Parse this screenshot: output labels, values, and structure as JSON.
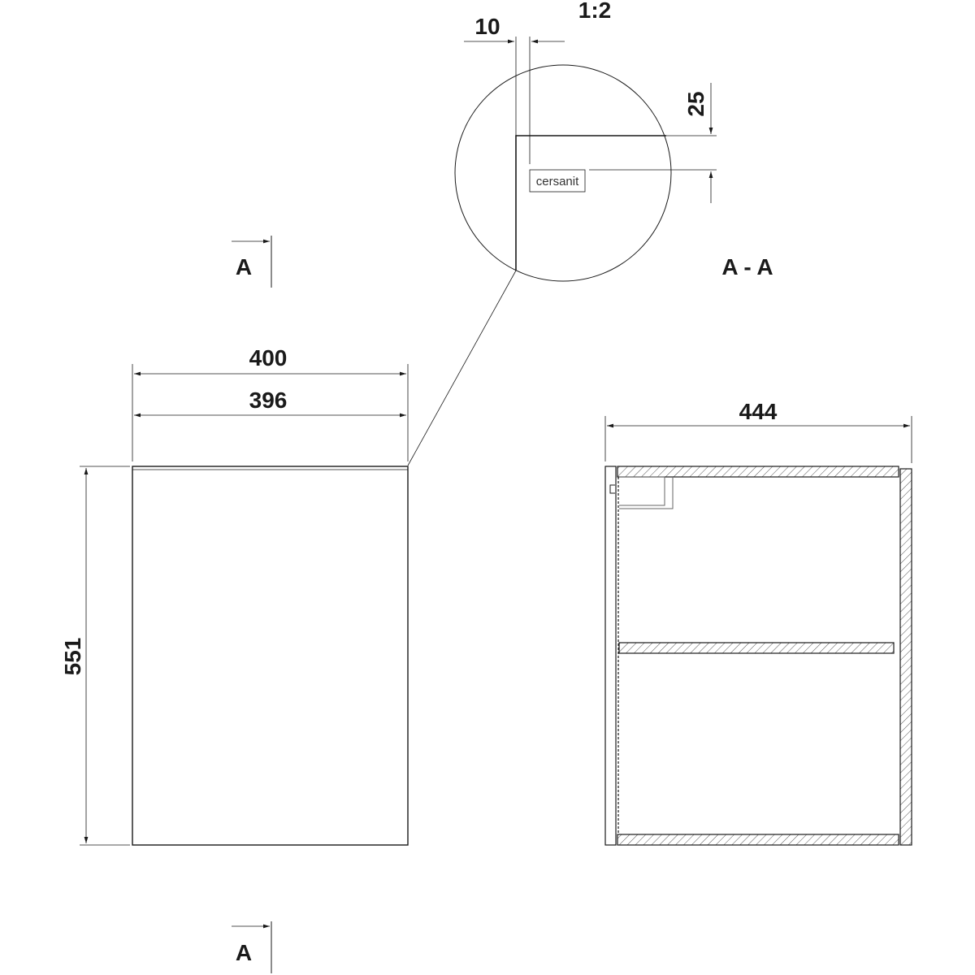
{
  "detail": {
    "scale": "1:2",
    "dim_gap": "10",
    "dim_height": "25",
    "logo": "cersanit"
  },
  "section_marks": {
    "top": "A",
    "bottom": "A",
    "section_title": "A - A"
  },
  "front_view": {
    "width_outer": "400",
    "width_inner": "396",
    "height": "551"
  },
  "section_view": {
    "depth": "444"
  },
  "colors": {
    "line": "#1a1a1a",
    "hatch": "#555555"
  }
}
